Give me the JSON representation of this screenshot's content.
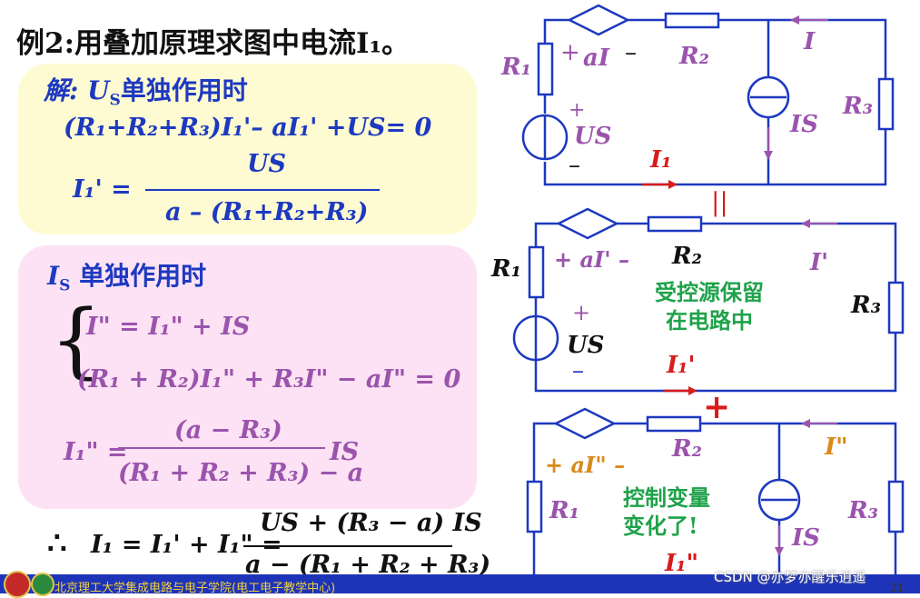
{
  "title": "例2:用叠加原理求图中电流I₁。",
  "section1": {
    "heading": "解: U",
    "heading_sub": "S",
    "heading_cn": "单独作用时",
    "equation": "(R₁+R₂+R₃)I₁'– aI₁' +US= 0",
    "result_lhs": "I₁' =",
    "result_num": "US",
    "result_den": "a – (R₁+R₂+R₃)"
  },
  "section2": {
    "heading": "I",
    "heading_sub": "S",
    "heading_cn": "单独作用时",
    "brace": "{",
    "eq1": "I\" = I₁\" + IS",
    "eq2": "(R₁ + R₂)I₁\" + R₃I\" − aI\" = 0",
    "result_lhs": "I₁\" =",
    "result_num": "(a − R₃)",
    "result_den": "(R₁ + R₂ + R₃) − a",
    "result_tail": "IS"
  },
  "final": {
    "therefore": "∴",
    "lhs": "I₁ = I₁' + I₁\" =",
    "num": "US + (R₃ − a) IS",
    "den": "a − (R₁ + R₂ + R₃)"
  },
  "circuit1": {
    "R1": "R₁",
    "R2": "R₂",
    "R3": "R₃",
    "plus": "+",
    "minus": "–",
    "dep": "aI",
    "I": "I",
    "US": "US",
    "IS": "IS",
    "I1": "I₁"
  },
  "equal_sign": "||",
  "circuit2": {
    "R1": "R₁",
    "R2": "R₂",
    "R3": "R₃",
    "dep": "+ aI' –",
    "I": "I'",
    "US": "US",
    "plus": "+",
    "minus": "–",
    "I1": "I₁'",
    "note_line1": "受控源保留",
    "note_line2": "在电路中"
  },
  "plus_sign": "+",
  "circuit3": {
    "R1": "R₁",
    "R2": "R₂",
    "R3": "R₃",
    "dep": "+ aI\" –",
    "I": "I\"",
    "IS": "IS",
    "I1": "I₁\"",
    "note_line1": "控制变量",
    "note_line2": "变化了!"
  },
  "footer": "北京理工大学集成电路与电子学院(电工电子教学中心)",
  "watermark": "CSDN @亦梦亦醒乐逍遥",
  "page_number": "21",
  "colors": {
    "blue": "#1d39c0",
    "purple": "#9b54ad",
    "green": "#1fa24a",
    "red": "#d81b1b",
    "yellow_box": "#fefbd2",
    "pink_box": "#fce2f4",
    "orange": "#d98a1c"
  }
}
